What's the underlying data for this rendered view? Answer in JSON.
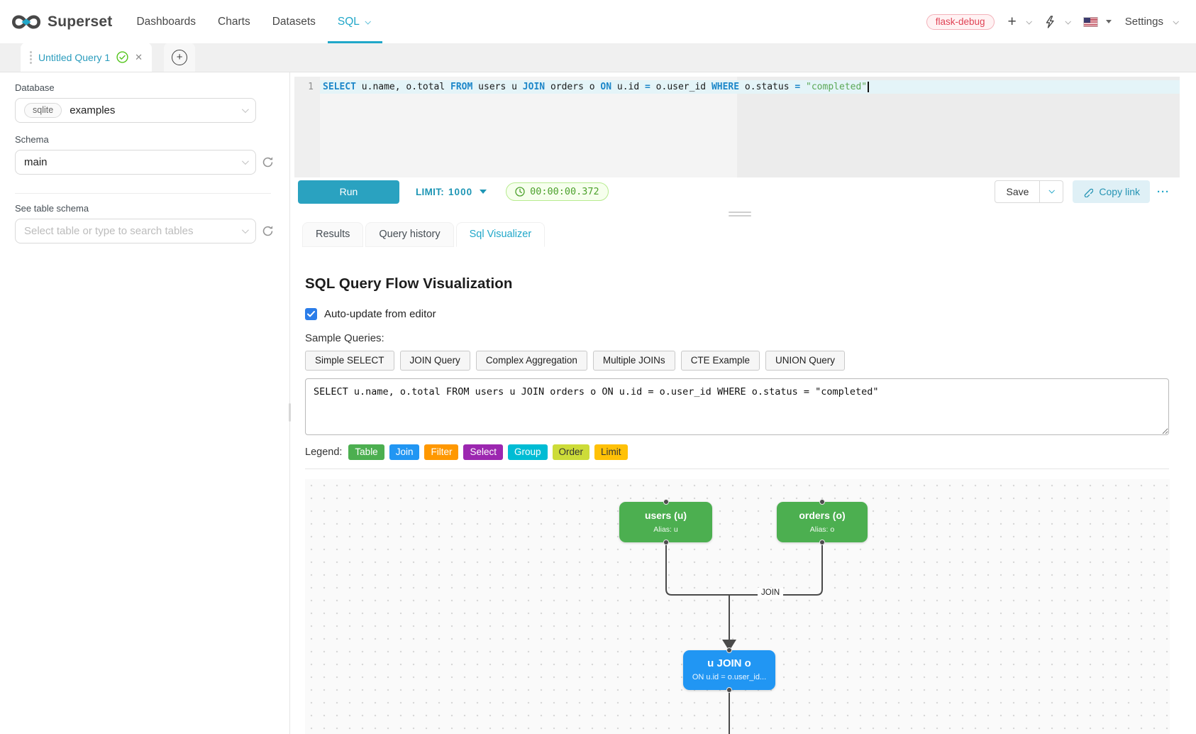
{
  "icons": {
    "close": "✕",
    "plus": "+",
    "more": "···"
  },
  "nav": {
    "brand": "Superset",
    "items": [
      "Dashboards",
      "Charts",
      "Datasets",
      "SQL"
    ],
    "env_badge": "flask-debug",
    "settings": "Settings"
  },
  "query_tab": {
    "title": "Untitled Query 1"
  },
  "sidebar": {
    "database_label": "Database",
    "database_engine": "sqlite",
    "database_name": "examples",
    "schema_label": "Schema",
    "schema_value": "main",
    "table_schema_label": "See table schema",
    "table_placeholder": "Select table or type to search tables"
  },
  "editor": {
    "line_number": "1",
    "tokens": [
      {
        "text": "SELECT ",
        "type": "kw"
      },
      {
        "text": "u.name, o.total ",
        "type": "id"
      },
      {
        "text": "FROM ",
        "type": "kw"
      },
      {
        "text": "users u ",
        "type": "id"
      },
      {
        "text": "JOIN ",
        "type": "kw"
      },
      {
        "text": "orders o ",
        "type": "id"
      },
      {
        "text": "ON ",
        "type": "kw"
      },
      {
        "text": "u.id ",
        "type": "id"
      },
      {
        "text": "= ",
        "type": "op"
      },
      {
        "text": "o.user_id ",
        "type": "id"
      },
      {
        "text": "WHERE ",
        "type": "kw"
      },
      {
        "text": "o.status ",
        "type": "id"
      },
      {
        "text": "= ",
        "type": "op"
      },
      {
        "text": "\"completed\"",
        "type": "str"
      }
    ]
  },
  "toolbar": {
    "run": "Run",
    "limit_label": "LIMIT:",
    "limit_value": "1000",
    "timer": "00:00:00.372",
    "save": "Save",
    "copy_link": "Copy link"
  },
  "result_tabs": [
    "Results",
    "Query history",
    "Sql Visualizer"
  ],
  "visualizer": {
    "title": "SQL Query Flow Visualization",
    "auto_update": "Auto-update from editor",
    "samples_label": "Sample Queries:",
    "samples": [
      "Simple SELECT",
      "JOIN Query",
      "Complex Aggregation",
      "Multiple JOINs",
      "CTE Example",
      "UNION Query"
    ],
    "sql_text": "SELECT u.name, o.total FROM users u JOIN orders o ON u.id = o.user_id WHERE o.status = \"completed\"",
    "legend_label": "Legend:",
    "legend": [
      {
        "label": "Table",
        "bg": "#4CAF50",
        "fg": "#ffffff"
      },
      {
        "label": "Join",
        "bg": "#2196F3",
        "fg": "#ffffff"
      },
      {
        "label": "Filter",
        "bg": "#FF9800",
        "fg": "#ffffff"
      },
      {
        "label": "Select",
        "bg": "#9C27B0",
        "fg": "#ffffff"
      },
      {
        "label": "Group",
        "bg": "#00BCD4",
        "fg": "#ffffff"
      },
      {
        "label": "Order",
        "bg": "#CDDC39",
        "fg": "#333333"
      },
      {
        "label": "Limit",
        "bg": "#FFC107",
        "fg": "#333333"
      }
    ],
    "diagram": {
      "edge_label": "JOIN",
      "nodes": [
        {
          "title": "users (u)",
          "subtitle": "Alias: u",
          "bg": "#4CAF50",
          "border": "#43A047"
        },
        {
          "title": "orders (o)",
          "subtitle": "Alias: o",
          "bg": "#4CAF50",
          "border": "#43A047"
        },
        {
          "title": "u JOIN o",
          "subtitle": "ON u.id = o.user_id...",
          "bg": "#2196F3",
          "border": "#1E88E5"
        }
      ]
    }
  }
}
